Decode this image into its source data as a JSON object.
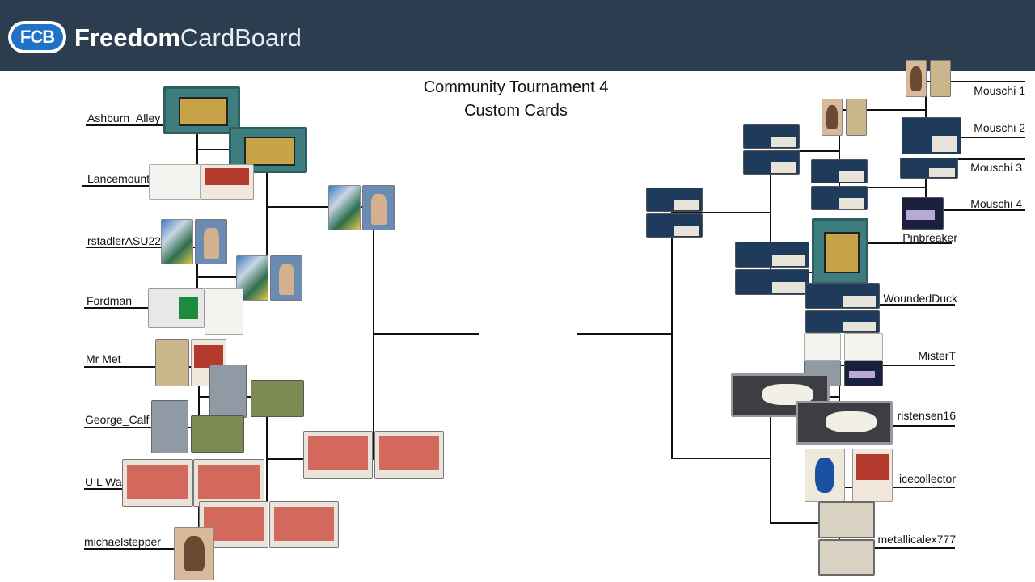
{
  "brand": {
    "badge": "FCB",
    "name_bold": "Freedom",
    "name_light": "CardBoard"
  },
  "title": {
    "line1": "Community Tournament 4",
    "line2": "Custom Cards"
  },
  "left_entrants": [
    "Ashburn_Alley",
    "Lancemount",
    "rstadlerASU22",
    "Fordman",
    "Mr Met",
    "George_Calf",
    "U L Wa",
    "michaelstepper"
  ],
  "right_entrants": [
    "Mouschi 1",
    "Mouschi 2",
    "Mouschi 3",
    "Mouschi 4",
    "Pinbreaker",
    "WoundedDuck",
    "MisterT",
    "ristensen16",
    "icecollector",
    "metallicalex777"
  ],
  "colors": {
    "header": "#2b3d4f",
    "badge": "#1e73c8"
  }
}
